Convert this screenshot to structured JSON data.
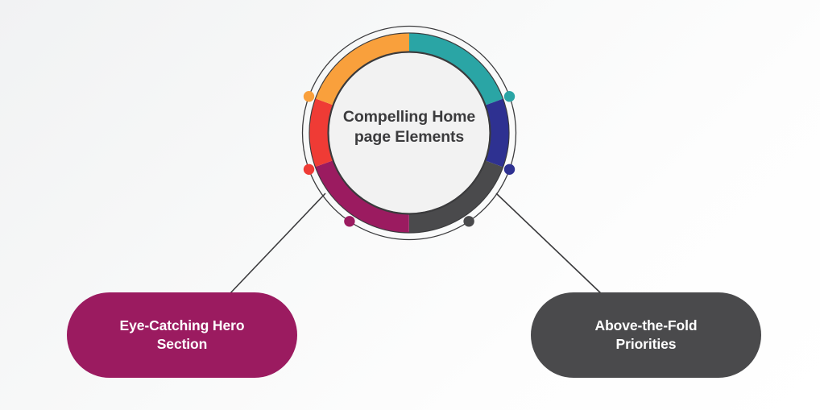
{
  "diagram": {
    "type": "hub-and-spoke",
    "hub": {
      "title": "Compelling Home\npage Elements",
      "ring": {
        "segments": [
          {
            "name": "teal-segment",
            "color": "#2aa5a5",
            "start_deg": 0,
            "end_deg": 70
          },
          {
            "name": "navy-segment",
            "color": "#2e3191",
            "start_deg": 70,
            "end_deg": 110
          },
          {
            "name": "gray-segment",
            "color": "#4a4a4c",
            "start_deg": 110,
            "end_deg": 180
          },
          {
            "name": "magenta-segment",
            "color": "#9b1b60",
            "start_deg": 180,
            "end_deg": 250
          },
          {
            "name": "red-segment",
            "color": "#ef3b35",
            "start_deg": 250,
            "end_deg": 290
          },
          {
            "name": "orange-segment",
            "color": "#f9a03c",
            "start_deg": 290,
            "end_deg": 360
          }
        ],
        "markers": [
          {
            "name": "teal-marker",
            "color": "#2aa5a5",
            "angle_deg": 70
          },
          {
            "name": "navy-marker",
            "color": "#2e3191",
            "angle_deg": 110
          },
          {
            "name": "gray-marker",
            "color": "#4a4a4c",
            "angle_deg": 146
          },
          {
            "name": "magenta-marker",
            "color": "#9b1b60",
            "angle_deg": 214
          },
          {
            "name": "red-marker",
            "color": "#ef3b35",
            "angle_deg": 250
          },
          {
            "name": "orange-marker",
            "color": "#f9a03c",
            "angle_deg": 290
          }
        ],
        "outline_color": "#3b3b3d",
        "inner_fill": "#f2f2f2"
      }
    },
    "nodes": [
      {
        "id": "left",
        "label": "Eye-Catching Hero\nSection",
        "color": "#9b1b60"
      },
      {
        "id": "right",
        "label": "Above-the-Fold\nPriorities",
        "color": "#4a4a4c"
      }
    ],
    "connectors": [
      {
        "name": "connector-left",
        "color": "#3b3b3d",
        "from": "magenta-marker",
        "to": "left"
      },
      {
        "name": "connector-right",
        "color": "#3b3b3d",
        "from": "gray-marker",
        "to": "right"
      }
    ],
    "background": {
      "from": "#f1f2f3",
      "to": "#ffffff"
    }
  }
}
